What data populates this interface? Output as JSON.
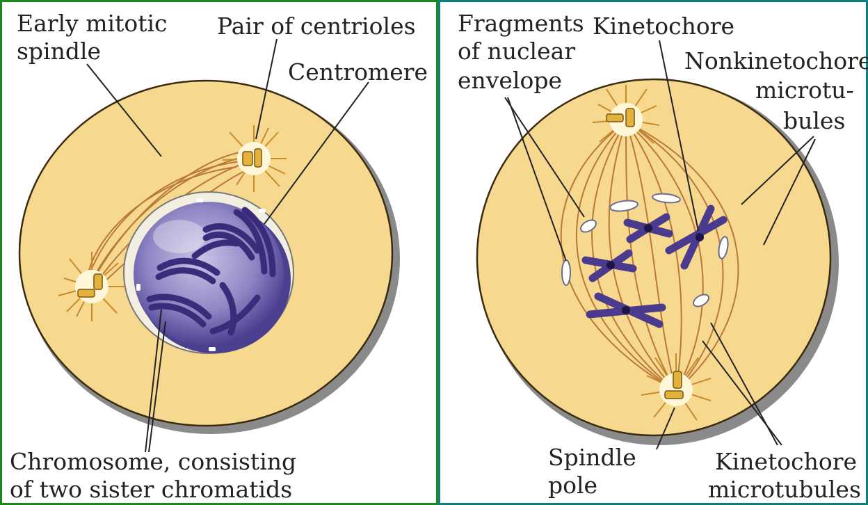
{
  "left_panel": {
    "labels": {
      "early_spindle_1": "Early mitotic",
      "early_spindle_2": "spindle",
      "centrioles": "Pair of centrioles",
      "centromere": "Centromere",
      "chromosome_1": "Chromosome, consisting",
      "chromosome_2": "of two sister chromatids"
    }
  },
  "right_panel": {
    "labels": {
      "fragments_1": "Fragments",
      "fragments_2": "of nuclear",
      "fragments_3": "envelope",
      "kinetochore": "Kinetochore",
      "nonkinetochore_1": "Nonkinetochore",
      "nonkinetochore_2": "microtu-",
      "nonkinetochore_3": "bules",
      "spindle_pole_1": "Spindle",
      "spindle_pole_2": "pole",
      "kinetochore_mt_1": "Kinetochore",
      "kinetochore_mt_2": "microtubules"
    }
  },
  "colors": {
    "cytoplasm": "#f7d88f",
    "cell_shadow": "#8a8a8a",
    "nucleus": "#8f86c4",
    "chromosome": "#4b3b8e",
    "spindle_fiber": "#b8783a",
    "centriole": "#e3b23c",
    "frame_left": "#1a8a1a",
    "frame_right": "#0d7f82"
  }
}
